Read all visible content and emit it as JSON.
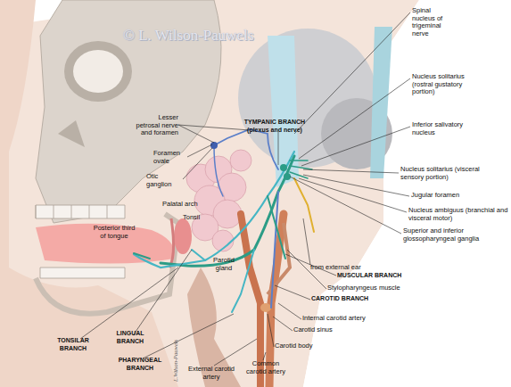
{
  "diagram": {
    "labels": [
      "© L. Wilson-Pauwels",
      "TYMPANIC BRANCH (plexus and nerve)",
      "Spinal nucleus of trigeminal nerve",
      "Nucleus solitarius (rostral gustatory portion)",
      "Inferior salivatory nucleus",
      "Lesser petrosal nerve and foramen",
      "Foramen ovale",
      "Otic ganglion",
      "Nucleus solitarius (visceral sensory portion)",
      "Jugular foramen",
      "Nucleus ambiguus (branchial and visceral motor)",
      "Superior and inferior glossopharyngeal ganglia",
      "Palatal arch",
      "Tonsil",
      "Posterior third of tongue",
      "Parotid gland",
      "from external ear",
      "MUSCULAR BRANCH",
      "Stylopharyngeus muscle",
      "CAROTID BRANCH",
      "Internal carotid artery",
      "Carotid sinus",
      "Carotid body",
      "Common carotid artery",
      "External carotid artery",
      "PHARYNGEAL BRANCH",
      "LINGUAL BRANCH",
      "TONSILAR BRANCH",
      "L.Wilson-Pauwels"
    ]
  }
}
